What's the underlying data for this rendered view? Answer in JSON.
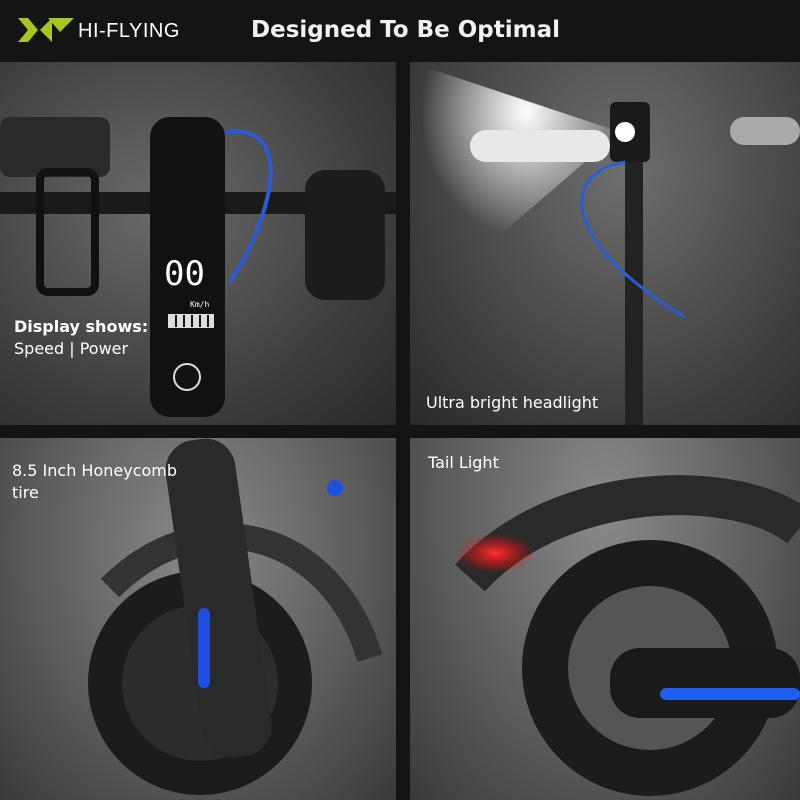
{
  "header": {
    "brand": "HI-FLYING",
    "title": "Designed To Be Optimal",
    "brand_color": "#a6c81e"
  },
  "panels": [
    {
      "caption_title": "Display shows:",
      "caption_text": "Speed | Power",
      "display": {
        "speed": "00",
        "unit": "Km/h"
      }
    },
    {
      "caption": "Ultra bright headlight"
    },
    {
      "caption_line1": "8.5 Inch Honeycomb",
      "caption_line2": "tire"
    },
    {
      "caption": "Tail Light"
    }
  ]
}
